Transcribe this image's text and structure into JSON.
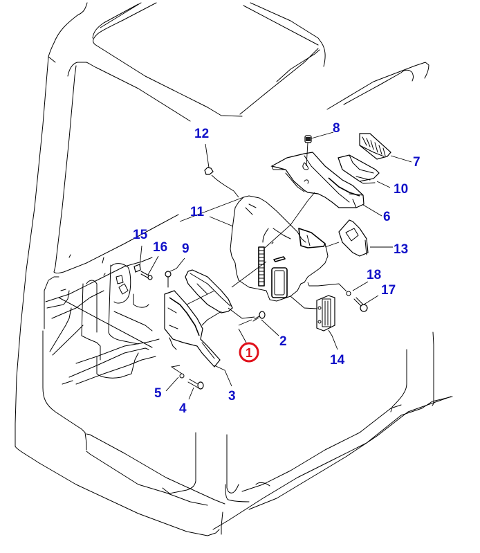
{
  "diagram": {
    "title": "Cab interior parts diagram",
    "highlighted_callout": {
      "number": "1",
      "color": "#e0101a"
    },
    "label_color": "#1010c8",
    "callouts": [
      {
        "number": "2",
        "part": "bolt"
      },
      {
        "number": "3",
        "part": "bracket"
      },
      {
        "number": "4",
        "part": "bolt"
      },
      {
        "number": "5",
        "part": "washer"
      },
      {
        "number": "6",
        "part": "duct"
      },
      {
        "number": "7",
        "part": "vent-grille"
      },
      {
        "number": "8",
        "part": "clip"
      },
      {
        "number": "9",
        "part": "clip"
      },
      {
        "number": "10",
        "part": "vent"
      },
      {
        "number": "11",
        "part": "cover-panel"
      },
      {
        "number": "12",
        "part": "clip"
      },
      {
        "number": "13",
        "part": "vent"
      },
      {
        "number": "14",
        "part": "vent-grille"
      },
      {
        "number": "15",
        "part": "clip"
      },
      {
        "number": "16",
        "part": "screw"
      },
      {
        "number": "17",
        "part": "bolt"
      },
      {
        "number": "18",
        "part": "washer"
      }
    ]
  }
}
